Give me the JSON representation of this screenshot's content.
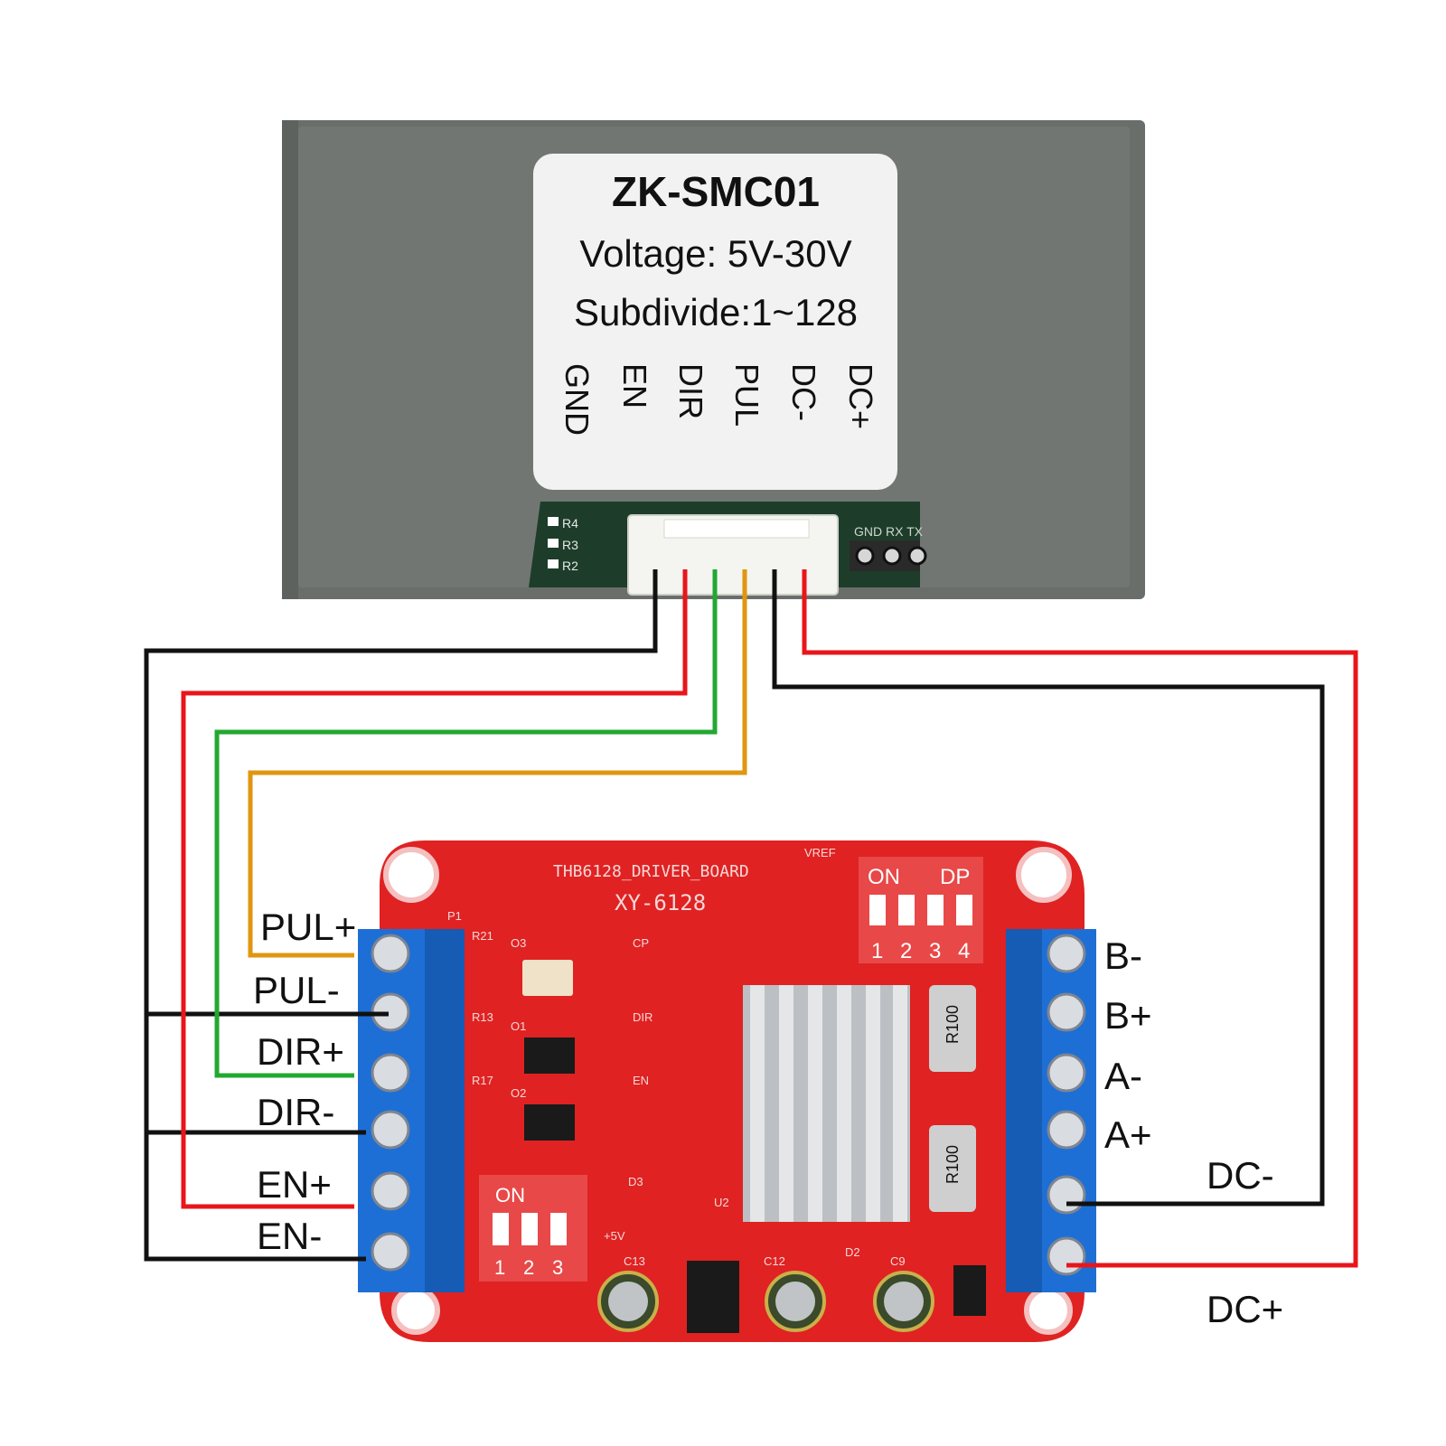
{
  "controller": {
    "model": "ZK-SMC01",
    "voltage": "Voltage: 5V-30V",
    "subdivide": "Subdivide:1~128",
    "pins": [
      "GND",
      "EN",
      "DIR",
      "PUL",
      "DC-",
      "DC+"
    ],
    "uart_label": "GND RX  TX",
    "resistor_labels": [
      "R4",
      "R3",
      "R2"
    ]
  },
  "driver_board": {
    "title": "THB6128_DRIVER_BOARD",
    "model": "XY-6128",
    "left_terminals": [
      "PUL+",
      "PUL-",
      "DIR+",
      "DIR-",
      "EN+",
      "EN-"
    ],
    "right_terminals": [
      "B-",
      "B+",
      "A-",
      "A+"
    ],
    "power_terminals": [
      "DC-",
      "DC+"
    ],
    "dip_top": {
      "on_label": "ON",
      "dp_label": "DP",
      "numbers": [
        "1",
        "2",
        "3",
        "4"
      ]
    },
    "dip_bottom": {
      "on_label": "ON",
      "numbers": [
        "1",
        "2",
        "3"
      ]
    },
    "resistor_marking": "R100",
    "silkscreen": {
      "p1": "P1",
      "vref": "VREF",
      "r21": "R21",
      "o3": "O3",
      "o1": "O1",
      "o2": "O2",
      "r13": "R13",
      "r17": "R17",
      "cp": "CP",
      "dir": "DIR",
      "en": "EN",
      "c13": "C13",
      "c12": "C12",
      "c9": "C9",
      "u2": "U2",
      "d2": "D2",
      "d3": "D3",
      "plus5v": "+5V"
    }
  },
  "wire_colors": {
    "gnd": "#111111",
    "en": "#e8161b",
    "dir": "#22a832",
    "pul": "#e0960f",
    "dc_minus": "#111111",
    "dc_plus": "#e8161b"
  },
  "colors": {
    "case": "#6b6f6b",
    "pcb_red": "#e02222",
    "terminal_blue": "#1d6fd6"
  }
}
